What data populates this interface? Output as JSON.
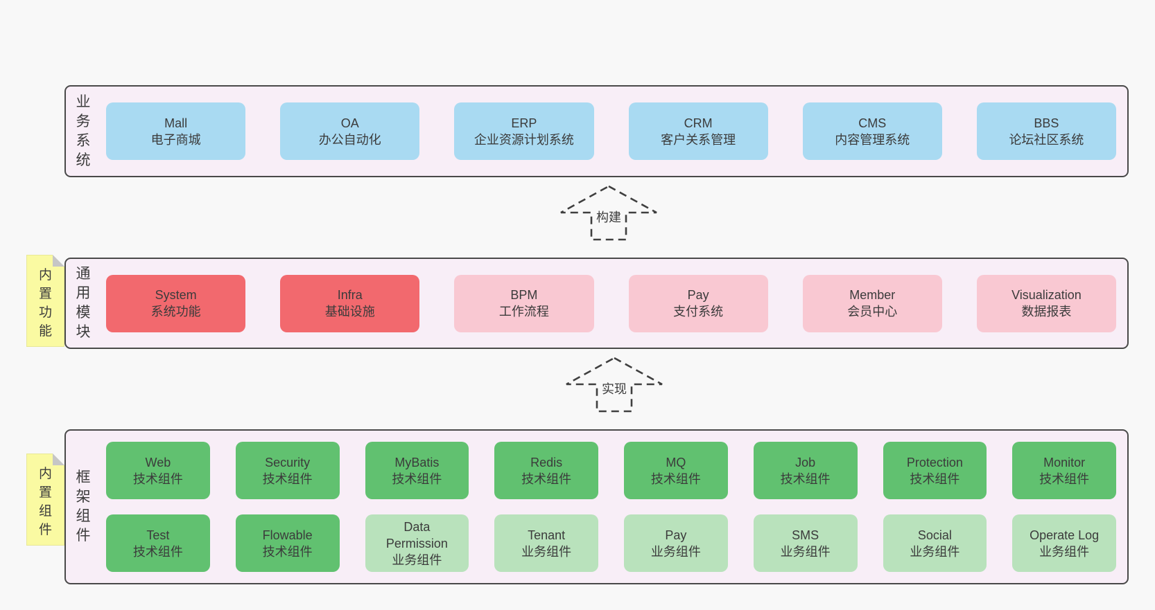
{
  "colors": {
    "page_background": "#f8f8f8",
    "container_background": "#f8eef7",
    "container_border": "#494949",
    "blue": "#a9daf2",
    "red": "#f2696e",
    "pink": "#f9c8d2",
    "green": "#61c170",
    "light_green": "#b9e2bc",
    "sticky_yellow": "#fafaa2",
    "text": "#3b3b3b"
  },
  "arrows": [
    {
      "label": "构建"
    },
    {
      "label": "实现"
    }
  ],
  "layers": [
    {
      "id": "business",
      "label": "业务系统",
      "sticky": null,
      "rows": [
        [
          {
            "en": "Mall",
            "cn": "电子商城",
            "color": "blue"
          },
          {
            "en": "OA",
            "cn": "办公自动化",
            "color": "blue"
          },
          {
            "en": "ERP",
            "cn": "企业资源计划系统",
            "color": "blue"
          },
          {
            "en": "CRM",
            "cn": "客户关系管理",
            "color": "blue"
          },
          {
            "en": "CMS",
            "cn": "内容管理系统",
            "color": "blue"
          },
          {
            "en": "BBS",
            "cn": "论坛社区系统",
            "color": "blue"
          }
        ]
      ]
    },
    {
      "id": "modules",
      "label": "通用模块",
      "sticky": "内置功能",
      "rows": [
        [
          {
            "en": "System",
            "cn": "系统功能",
            "color": "red"
          },
          {
            "en": "Infra",
            "cn": "基础设施",
            "color": "red"
          },
          {
            "en": "BPM",
            "cn": "工作流程",
            "color": "pink"
          },
          {
            "en": "Pay",
            "cn": "支付系统",
            "color": "pink"
          },
          {
            "en": "Member",
            "cn": "会员中心",
            "color": "pink"
          },
          {
            "en": "Visualization",
            "cn": "数据报表",
            "color": "pink"
          }
        ]
      ]
    },
    {
      "id": "components",
      "label": "框架组件",
      "sticky": "内置组件",
      "rows": [
        [
          {
            "en": "Web",
            "cn": "技术组件",
            "color": "green"
          },
          {
            "en": "Security",
            "cn": "技术组件",
            "color": "green"
          },
          {
            "en": "MyBatis",
            "cn": "技术组件",
            "color": "green"
          },
          {
            "en": "Redis",
            "cn": "技术组件",
            "color": "green"
          },
          {
            "en": "MQ",
            "cn": "技术组件",
            "color": "green"
          },
          {
            "en": "Job",
            "cn": "技术组件",
            "color": "green"
          },
          {
            "en": "Protection",
            "cn": "技术组件",
            "color": "green"
          },
          {
            "en": "Monitor",
            "cn": "技术组件",
            "color": "green"
          }
        ],
        [
          {
            "en": "Test",
            "cn": "技术组件",
            "color": "green"
          },
          {
            "en": "Flowable",
            "cn": "技术组件",
            "color": "green"
          },
          {
            "en": "Data Permission",
            "cn": "业务组件",
            "color": "light_green"
          },
          {
            "en": "Tenant",
            "cn": "业务组件",
            "color": "light_green"
          },
          {
            "en": "Pay",
            "cn": "业务组件",
            "color": "light_green"
          },
          {
            "en": "SMS",
            "cn": "业务组件",
            "color": "light_green"
          },
          {
            "en": "Social",
            "cn": "业务组件",
            "color": "light_green"
          },
          {
            "en": "Operate Log",
            "cn": "业务组件",
            "color": "light_green"
          }
        ]
      ]
    }
  ]
}
